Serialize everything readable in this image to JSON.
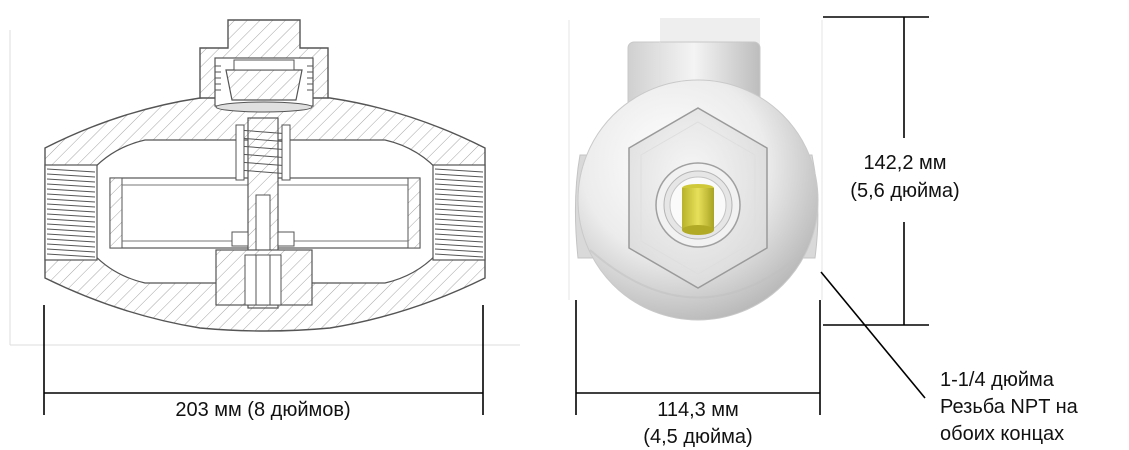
{
  "dimensions": {
    "body_length": "203 мм (8 дюймов)",
    "height_line1": "142,2 мм",
    "height_line2": "(5,6 дюйма)",
    "width_line1": "114,3 мм",
    "width_line2": "(4,5 дюйма)",
    "thread_line1": "1-1/4 дюйма",
    "thread_line2": "Резьба NPT на",
    "thread_line3": "обоих концах"
  },
  "colors": {
    "hatch": "#9a9a9a",
    "outline": "#555555",
    "body_light": "#f2f2f2",
    "body_shadow": "#b8b8b8",
    "sensor_yellow": "#d8d23a",
    "dimension_line": "#000000"
  }
}
